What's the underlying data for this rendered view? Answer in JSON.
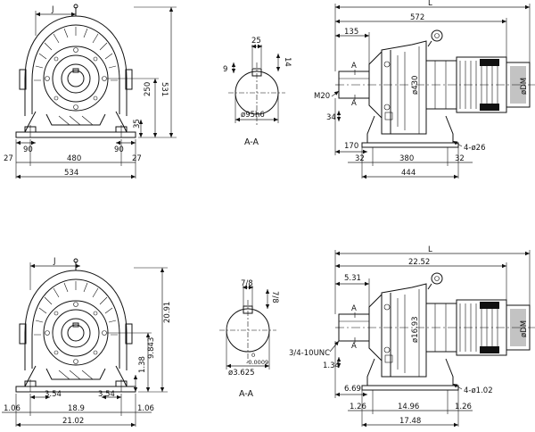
{
  "metric": {
    "front": {
      "J": "J",
      "h531": "531",
      "h250": "250",
      "h35": "35",
      "w90a": "90",
      "w90b": "90",
      "w27a": "27",
      "w480": "480",
      "w27b": "27",
      "w534": "534"
    },
    "section": {
      "w25": "25",
      "h9": "9",
      "h14": "14",
      "dia": "ø95h6",
      "label": "A-A"
    },
    "side": {
      "L": "L",
      "w572": "572",
      "w135": "135",
      "A1": "A",
      "A2": "A",
      "thread": "M20",
      "shaft": "ø430",
      "motor": "øDM",
      "w34": "34",
      "w170": "170",
      "holes": "4-ø26",
      "w32a": "32",
      "w380": "380",
      "w32b": "32",
      "w444": "444"
    }
  },
  "imperial": {
    "front": {
      "J": "J",
      "h2091": "20.91",
      "h9843": "9.843",
      "h138": "1.38",
      "w354a": "3.54",
      "w354b": "3.54",
      "w106a": "1.06",
      "w189": "18.9",
      "w106b": "1.06",
      "w2102": "21.02"
    },
    "section": {
      "w78": "7/8",
      "h78": "7/8",
      "tol_top": "0",
      "tol_bot": "-0.0009",
      "dia": "ø3.625",
      "label": "A-A"
    },
    "side": {
      "L": "L",
      "w2252": "22.52",
      "w531": "5.31",
      "A1": "A",
      "A2": "A",
      "thread": "3/4-10UNC",
      "shaft": "ø16.93",
      "motor": "øDM",
      "w134": "1.34",
      "w669": "6.69",
      "holes": "4-ø1.02",
      "w126a": "1.26",
      "w1496": "14.96",
      "w126b": "1.26",
      "w1748": "17.48"
    }
  }
}
